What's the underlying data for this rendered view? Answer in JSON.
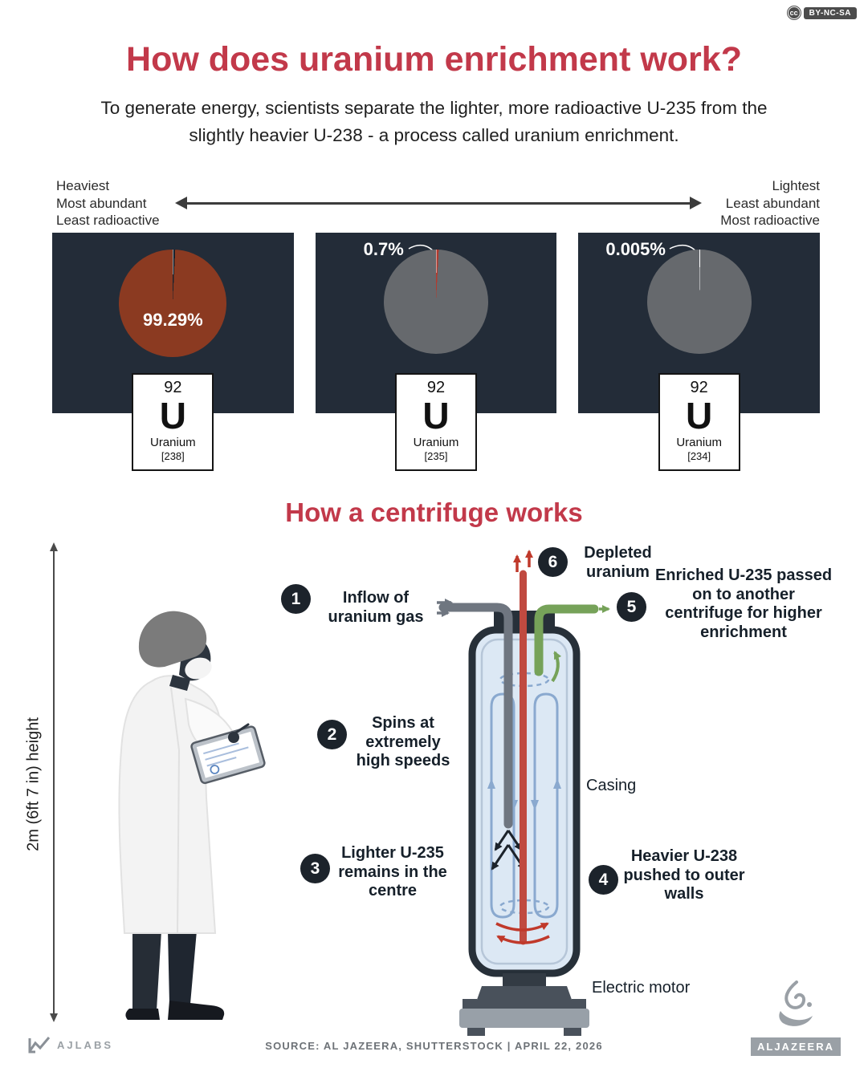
{
  "license": {
    "icon_text": "cc",
    "label": "BY-NC-SA"
  },
  "header": {
    "title": "How does uranium enrichment work?",
    "subtitle": "To generate energy, scientists separate the lighter, more radioactive U-235 from the slightly heavier U-238 - a process called uranium enrichment."
  },
  "spectrum": {
    "left_labels": [
      "Heaviest",
      "Most abundant",
      "Least radioactive"
    ],
    "right_labels": [
      "Lightest",
      "Least abundant",
      "Most radioactive"
    ]
  },
  "isotopes": [
    {
      "share": "99.29%",
      "atomic_number": "92",
      "symbol": "U",
      "name": "Uranium",
      "mass": "[238]"
    },
    {
      "share": "0.7%",
      "atomic_number": "92",
      "symbol": "U",
      "name": "Uranium",
      "mass": "[235]"
    },
    {
      "share": "0.005%",
      "atomic_number": "92",
      "symbol": "U",
      "name": "Uranium",
      "mass": "[234]"
    }
  ],
  "centrifuge": {
    "section_title": "How a centrifuge works",
    "height_label": "2m (6ft 7 in) height",
    "steps": [
      {
        "num": "1",
        "text": "Inflow of uranium gas"
      },
      {
        "num": "2",
        "text": "Spins at extremely high speeds"
      },
      {
        "num": "3",
        "text": "Lighter U-235 remains in the centre"
      },
      {
        "num": "4",
        "text": "Heavier U-238 pushed to outer walls"
      },
      {
        "num": "5",
        "text": "Enriched U-235 passed on to another centrifuge for higher enrichment"
      },
      {
        "num": "6",
        "text": "Depleted uranium"
      }
    ],
    "casing_label": "Casing",
    "motor_label": "Electric motor"
  },
  "footer": {
    "ajlabs": "AJLABS",
    "source": "SOURCE:  AL JAZEERA, SHUTTERSTOCK   |   APRIL 22, 2026",
    "brand": "ALJAZEERA"
  },
  "colors": {
    "accent_red": "#c2394a",
    "panel_dark": "#232c38",
    "pie_brown": "#8b3a21",
    "pie_gray": "#66696d",
    "tube_red": "#c04a40",
    "pipe_green": "#76a259",
    "pipe_gray": "#6f7680",
    "flow_blue": "#8aa9cf"
  },
  "chart_data": [
    {
      "type": "pie",
      "title": "Natural uranium isotope share - U-238",
      "labels": [
        "U-238"
      ],
      "values": [
        99.29
      ],
      "unit": "%"
    },
    {
      "type": "pie",
      "title": "Natural uranium isotope share - U-235",
      "labels": [
        "U-235"
      ],
      "values": [
        0.7
      ],
      "unit": "%"
    },
    {
      "type": "pie",
      "title": "Natural uranium isotope share - U-234",
      "labels": [
        "U-234"
      ],
      "values": [
        0.005
      ],
      "unit": "%"
    }
  ]
}
